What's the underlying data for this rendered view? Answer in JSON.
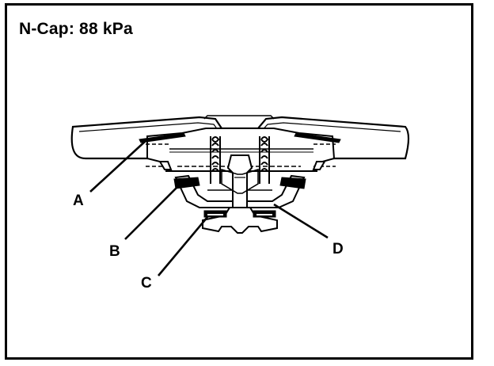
{
  "title": "N-Cap: 88 kPa",
  "callouts": [
    {
      "id": "A",
      "label": "A"
    },
    {
      "id": "B",
      "label": "B"
    },
    {
      "id": "C",
      "label": "C"
    },
    {
      "id": "D",
      "label": "D"
    }
  ],
  "colors": {
    "line": "#000000",
    "background": "#ffffff"
  }
}
